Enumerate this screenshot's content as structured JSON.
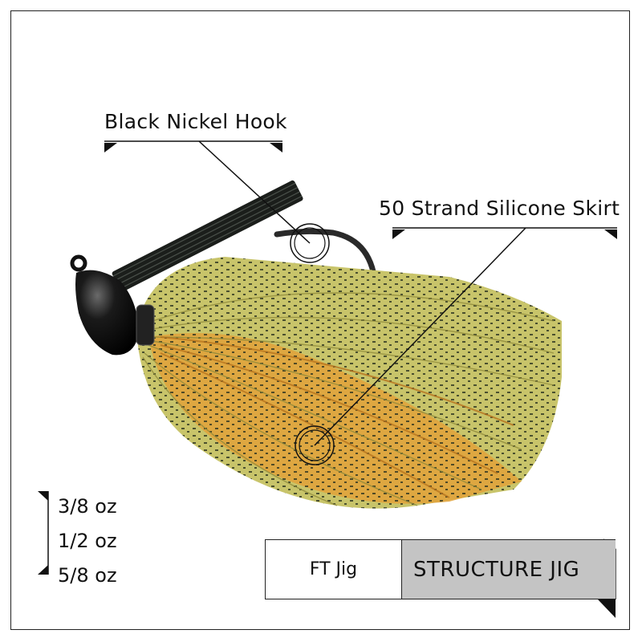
{
  "callouts": {
    "hook": "Black Nickel Hook",
    "skirt": "50 Strand Silicone Skirt"
  },
  "weights": [
    "3/8 oz",
    "1/2 oz",
    "5/8 oz"
  ],
  "badge": {
    "model": "FT Jig",
    "name": "STRUCTURE JIG"
  },
  "colors": {
    "skirt_green": "#a9a850",
    "skirt_orange": "#e2a23a",
    "head": "#111111",
    "badge_fill": "#c4c4c4"
  }
}
